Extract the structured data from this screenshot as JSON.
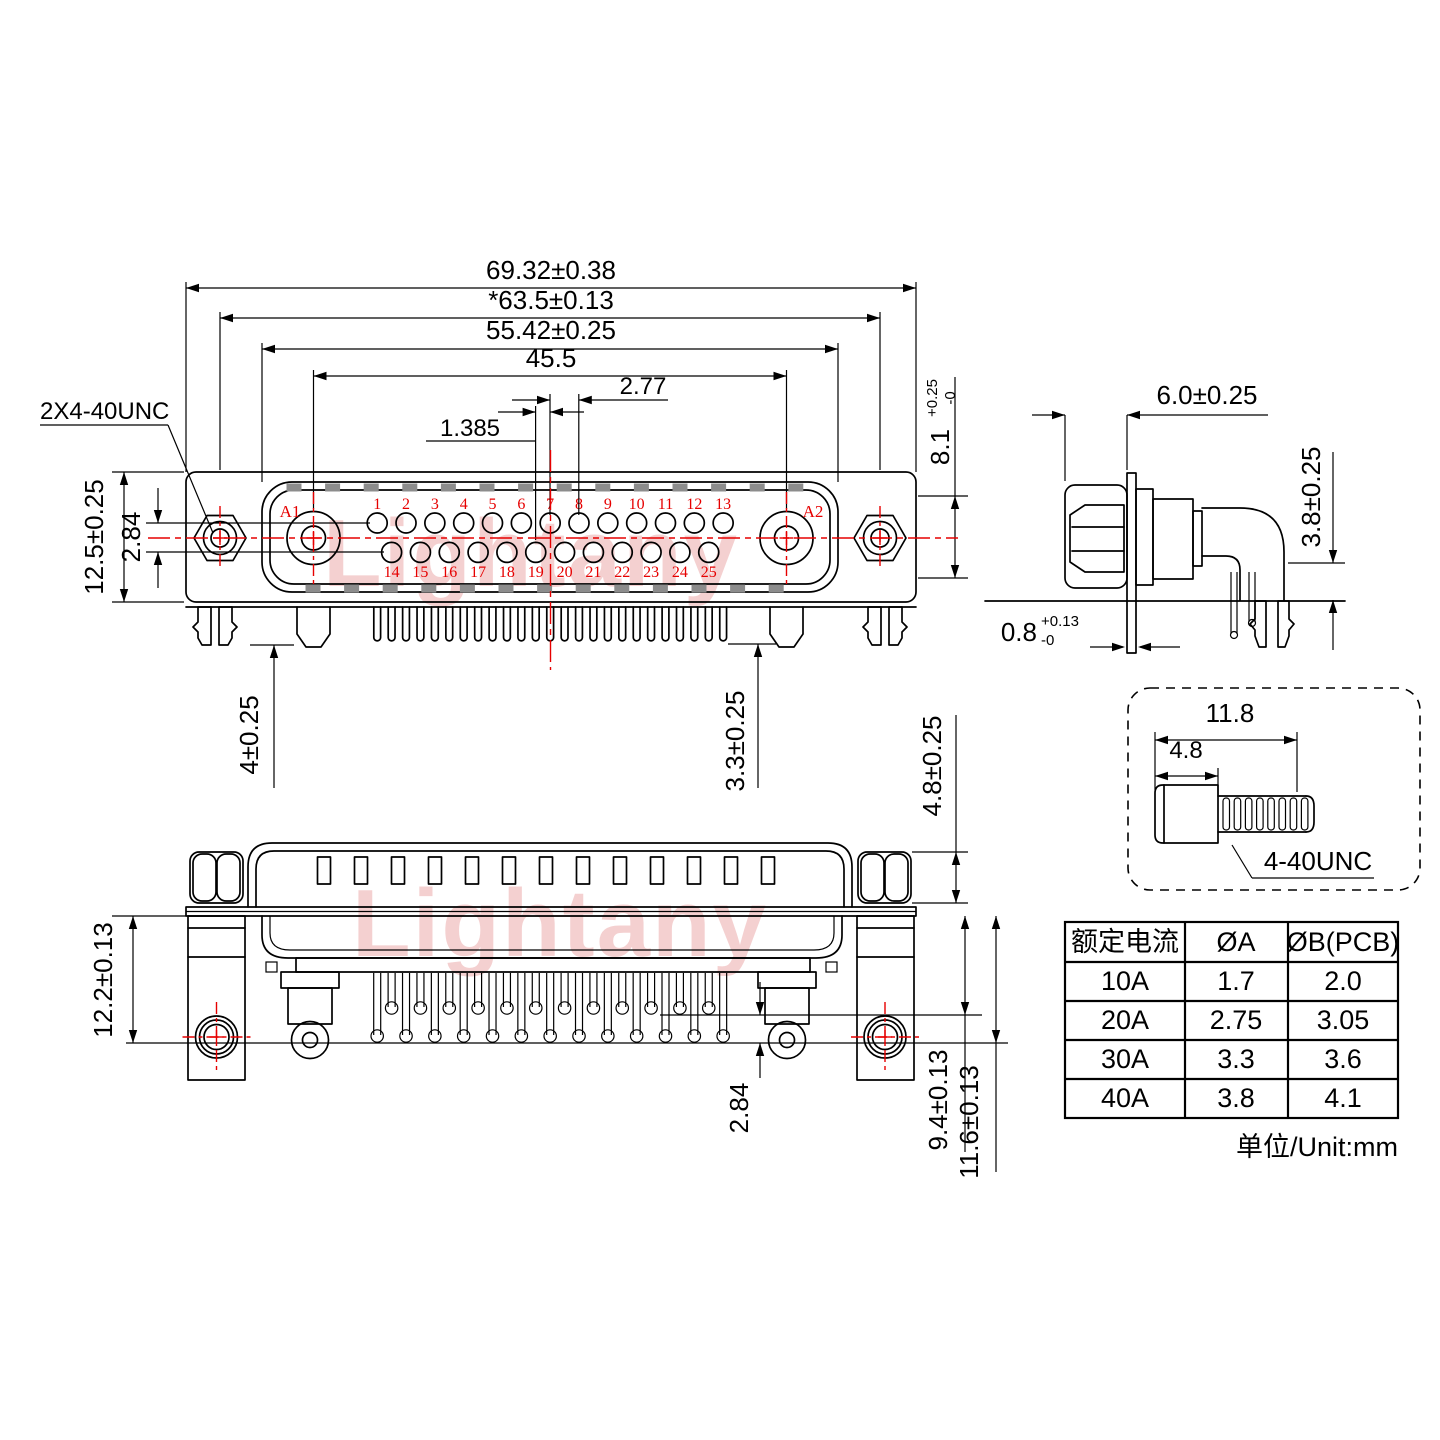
{
  "watermark": {
    "text": "Lightany",
    "color": "#e07070"
  },
  "front_view": {
    "thread_label": "2X4-40UNC",
    "dim_width_outer": "69.32±0.38",
    "dim_width_mount": "*63.5±0.13",
    "dim_width_shell": "55.42±0.25",
    "dim_width_power": "45.5",
    "dim_pitch_half": "1.385",
    "dim_pitch": "2.77",
    "dim_shell_height": {
      "value": "8.1",
      "plus": "+0.25",
      "minus": "-0"
    },
    "dim_bracket_height": "12.5±0.25",
    "dim_row_offset": "2.84",
    "dim_foot_len": "4±0.25",
    "dim_pin_len": "3.3±0.25",
    "power_labels": [
      "A1",
      "A2"
    ],
    "pin_labels_top": [
      "1",
      "2",
      "3",
      "4",
      "5",
      "6",
      "7",
      "8",
      "9",
      "10",
      "11",
      "12",
      "13"
    ],
    "pin_labels_bottom": [
      "14",
      "15",
      "16",
      "17",
      "18",
      "19",
      "20",
      "21",
      "22",
      "23",
      "24",
      "25"
    ]
  },
  "side_view": {
    "dim_depth": "6.0±0.25",
    "dim_pin_height": "3.8±0.25",
    "dim_plate": {
      "value": "0.8",
      "plus": "+0.13",
      "minus": "-0"
    }
  },
  "bottom_view": {
    "dim_leg_height": "12.2±0.13",
    "dim_row_offset": "2.84",
    "dim_pin_row1": "9.4±0.13",
    "dim_pin_row2": "11.6±0.13",
    "dim_standoff": "4.8±0.25"
  },
  "screw_detail": {
    "dim_total": "11.8",
    "dim_head": "4.8",
    "thread_label": "4-40UNC"
  },
  "spec_table": {
    "headers": [
      "额定电流",
      "ØA",
      "ØB(PCB)"
    ],
    "rows": [
      [
        "10A",
        "1.7",
        "2.0"
      ],
      [
        "20A",
        "2.75",
        "3.05"
      ],
      [
        "30A",
        "3.3",
        "3.6"
      ],
      [
        "40A",
        "3.8",
        "4.1"
      ]
    ],
    "unit_note": "单位/Unit:mm"
  }
}
